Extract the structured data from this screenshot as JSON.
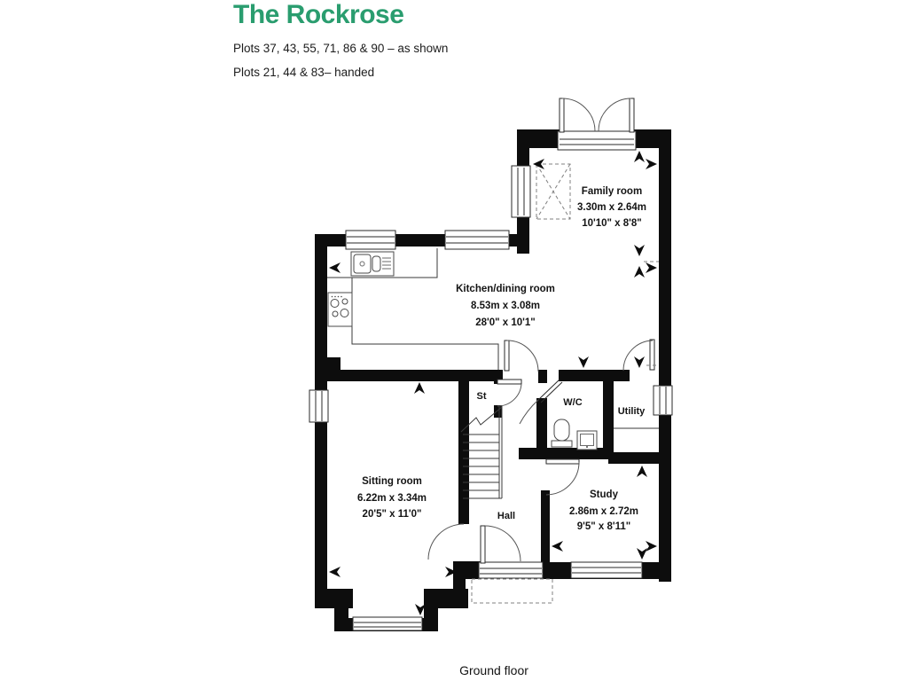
{
  "header": {
    "title": "The Rockrose",
    "plots_as_shown": "Plots 37, 43, 55, 71, 86 & 90 – as shown",
    "plots_handed": "Plots 21, 44 & 83– handed"
  },
  "floor_label": "Ground floor",
  "rooms": {
    "family": {
      "name": "Family room",
      "metric": "3.30m x 2.64m",
      "imperial": "10'10\" x 8'8\""
    },
    "kitchen": {
      "name": "Kitchen/dining room",
      "metric": "8.53m x 3.08m",
      "imperial": "28'0\" x 10'1\""
    },
    "sitting": {
      "name": "Sitting room",
      "metric": "6.22m x 3.34m",
      "imperial": "20'5\" x 11'0\""
    },
    "study": {
      "name": "Study",
      "metric": "2.86m x 2.72m",
      "imperial": "9'5\" x 8'11\""
    },
    "hall": {
      "name": "Hall"
    },
    "store": {
      "name": "St"
    },
    "wc": {
      "name": "W/C"
    },
    "utility": {
      "name": "Utility"
    }
  },
  "colors": {
    "accent": "#2a9d6f",
    "wall": "#0d0d0d",
    "text": "#141414"
  }
}
